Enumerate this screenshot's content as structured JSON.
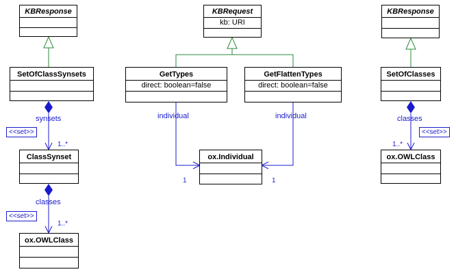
{
  "classes": {
    "kbresponse_left": {
      "name": "KBResponse"
    },
    "kbrequest": {
      "name": "KBRequest",
      "attr": "kb: URI"
    },
    "kbresponse_right": {
      "name": "KBResponse"
    },
    "setofclasssynsets": {
      "name": "SetOfClassSynsets"
    },
    "gettypes": {
      "name": "GetTypes",
      "attr": "direct: boolean=false"
    },
    "getflattentypes": {
      "name": "GetFlattenTypes",
      "attr": "direct: boolean=false"
    },
    "setofclasses": {
      "name": "SetOfClasses"
    },
    "classsynset": {
      "name": "ClassSynset"
    },
    "oxindividual": {
      "name": "ox.Individual"
    },
    "owlclass_right": {
      "name": "ox.OWLClass"
    },
    "owlclass_left": {
      "name": "ox.OWLClass"
    }
  },
  "labels": {
    "synsets": "synsets",
    "classes_left": "classes",
    "classes_right": "classes",
    "individual_left": "individual",
    "individual_right": "individual"
  },
  "multiplicities": {
    "synsets": "1..*",
    "classes_left": "1..*",
    "classes_right": "1..*",
    "individual_left": "1",
    "individual_right": "1"
  },
  "stereotypes": {
    "set_synsets": "<<set>>",
    "set_classes_left": "<<set>>",
    "set_classes_right": "<<set>>"
  },
  "colors": {
    "generalization": "#2a8a3a",
    "association": "#1a1acc",
    "composition_diamond": "#1a1acc",
    "class_border": "#000000"
  }
}
